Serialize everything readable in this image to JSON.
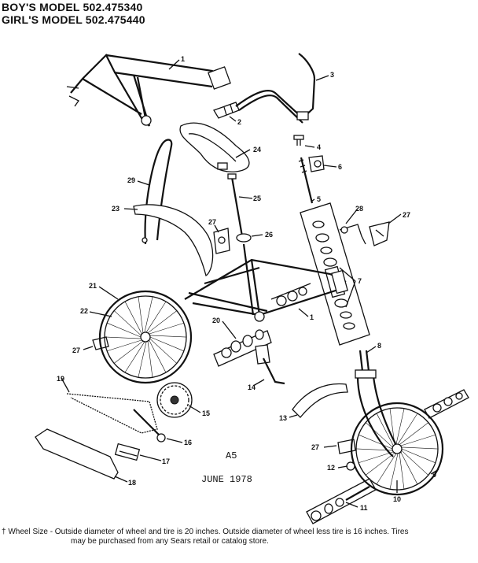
{
  "header": {
    "line1": "BOY'S MODEL 502.475340",
    "line2": "GIRL'S MODEL 502.475440"
  },
  "callouts": {
    "c1": "1",
    "c1b": "1",
    "c2": "2",
    "c3": "3",
    "c4": "4",
    "c5": "5",
    "c6": "6",
    "c7": "7",
    "c8": "8",
    "c9": "9",
    "c10": "10",
    "c11": "11",
    "c12": "12",
    "c13": "13",
    "c14": "14",
    "c15": "15",
    "c16": "16",
    "c17": "17",
    "c18": "18",
    "c19": "19",
    "c20": "20",
    "c21": "21",
    "c22": "22",
    "c23": "23",
    "c24": "24",
    "c25": "25",
    "c26": "26",
    "c27a": "27",
    "c27b": "27",
    "c27c": "27",
    "c27d": "27",
    "c28": "28",
    "c29": "29"
  },
  "page_code": "A5",
  "date": "JUNE 1978",
  "footnote": {
    "line1": "† Wheel Size - Outside diameter of wheel and tire is 20 inches. Outside diameter of wheel less tire is 16 inches. Tires",
    "line2": "may be purchased from any Sears retail or catalog store."
  }
}
